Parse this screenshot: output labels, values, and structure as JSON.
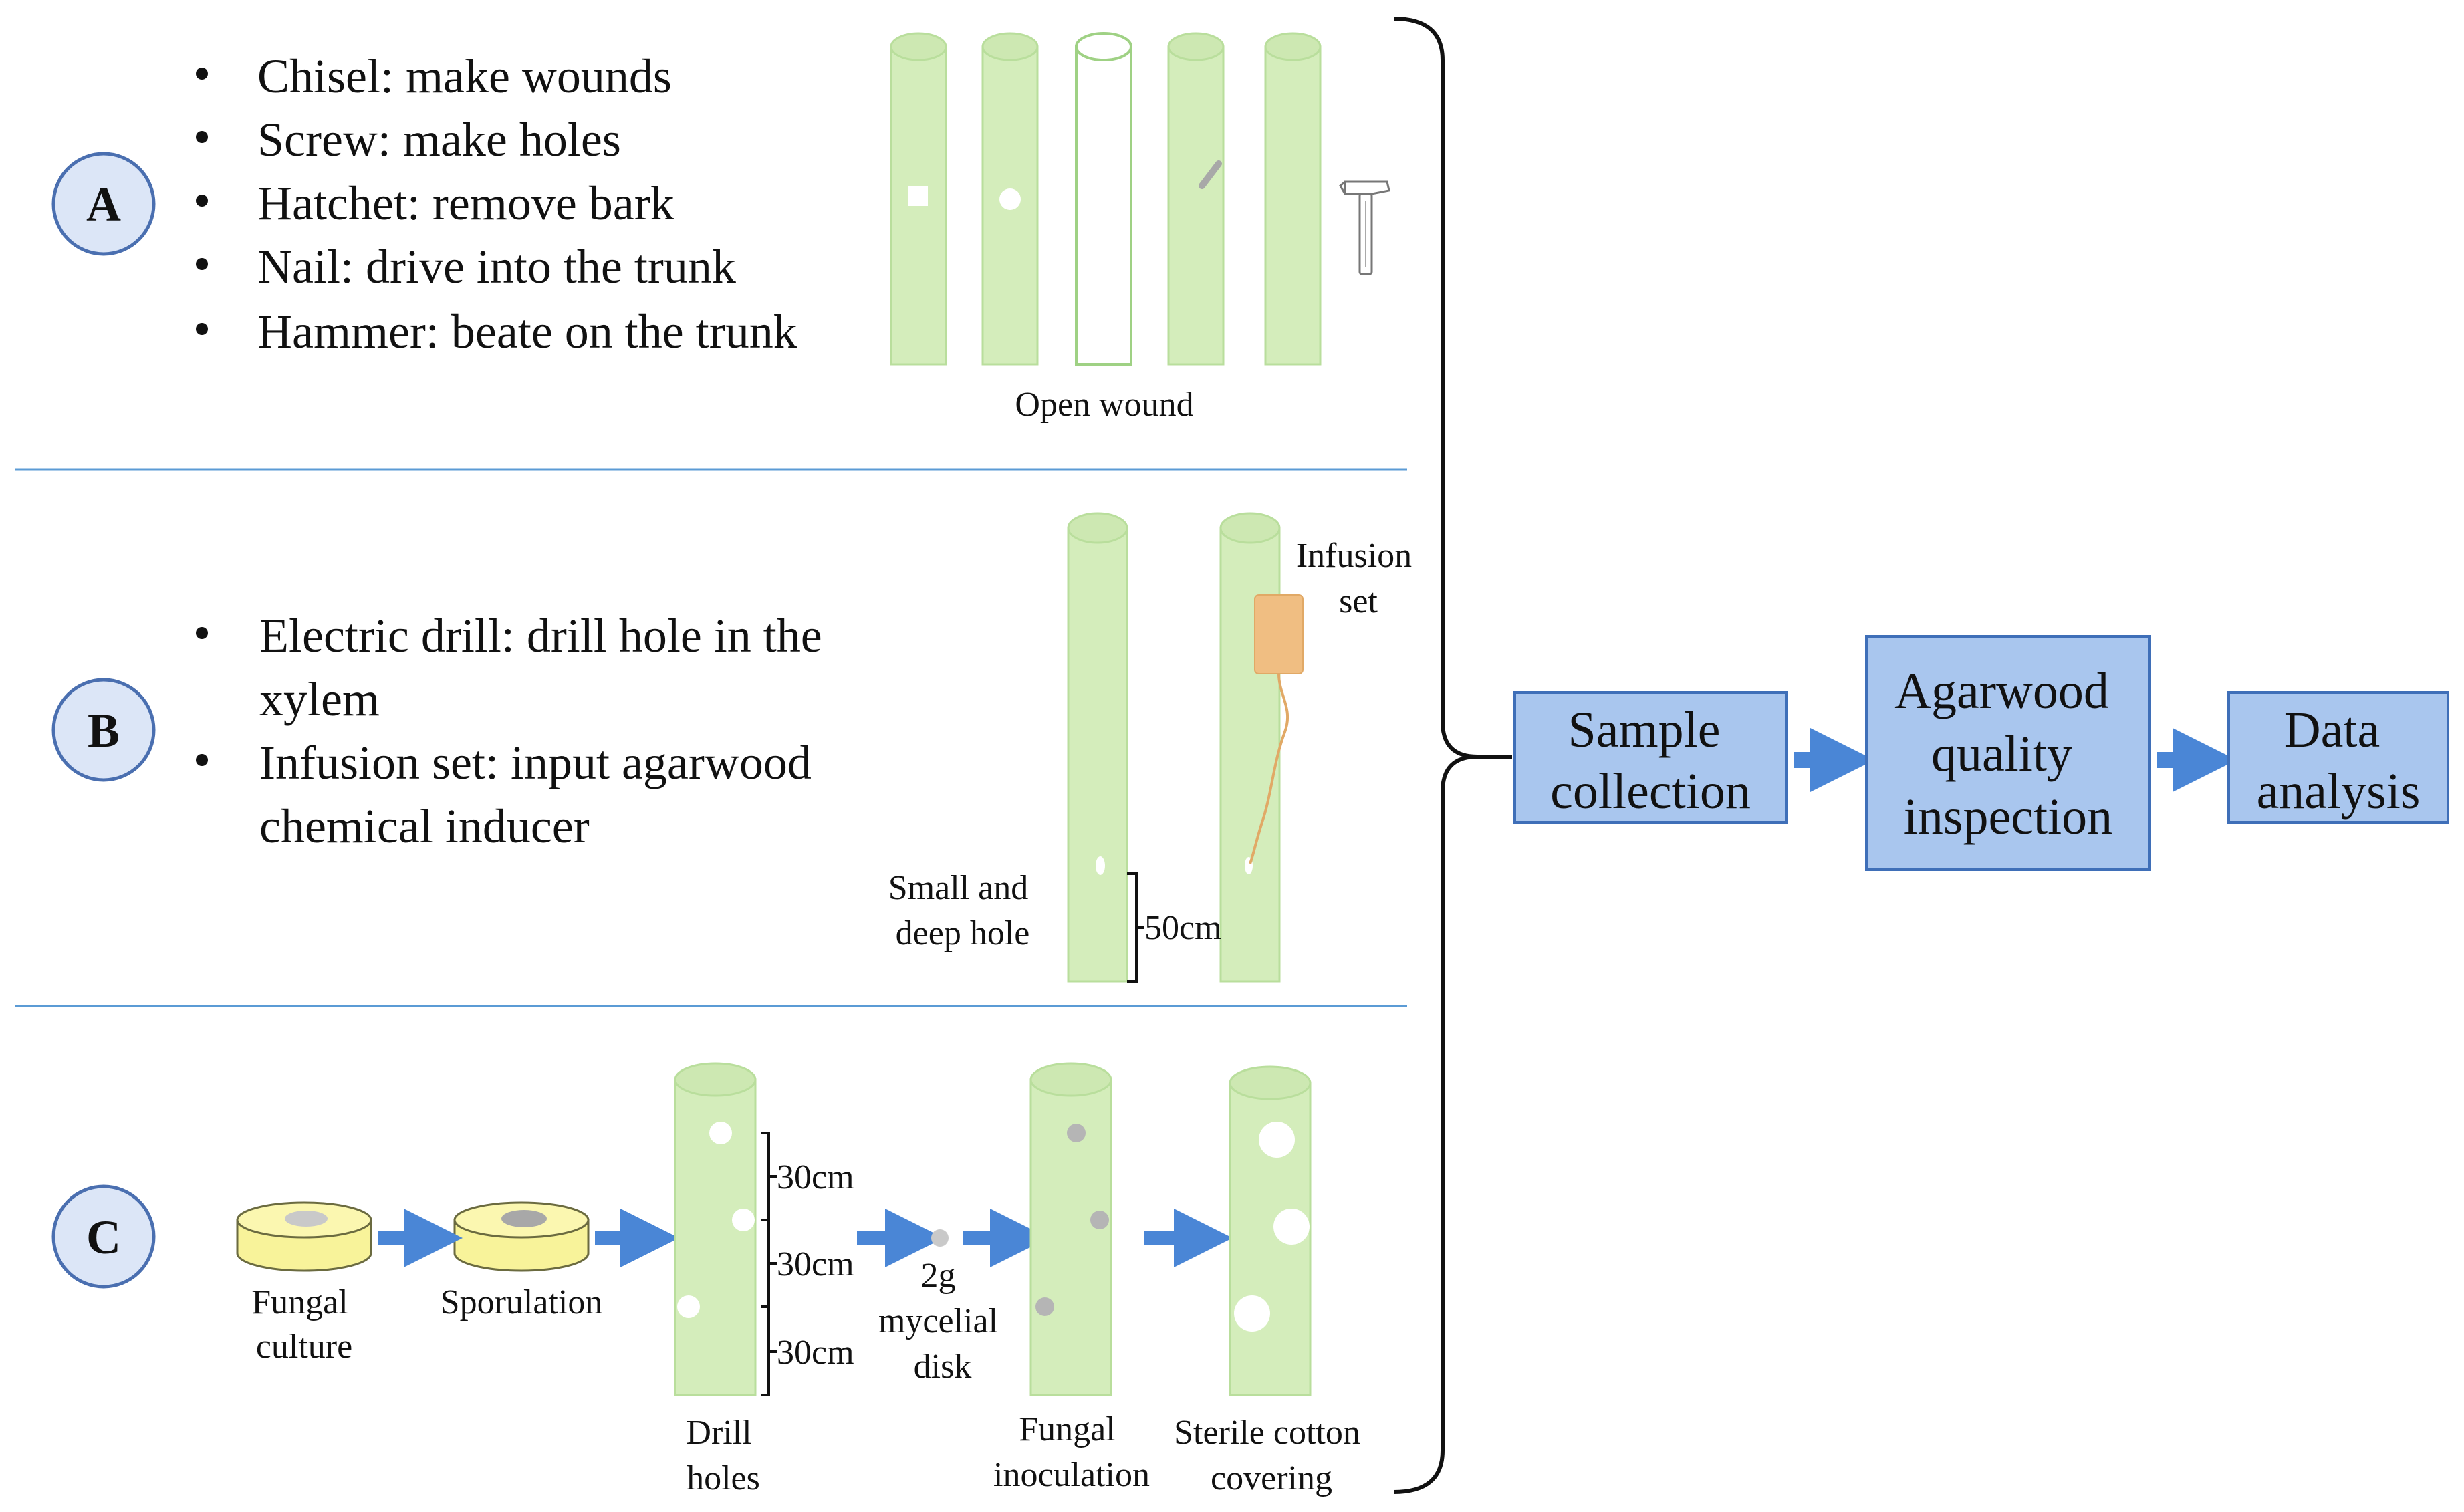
{
  "panels": {
    "a": {
      "label": "A",
      "bullets": [
        "Chisel: make wounds",
        "Screw: make holes",
        "Hatchet: remove bark",
        "Nail: drive into the trunk",
        "Hammer: beate on the trunk"
      ],
      "caption": "Open wound",
      "tools": [
        "chisel-wound",
        "screw-hole",
        "bark-removed",
        "nail",
        "hammer-icon"
      ]
    },
    "b": {
      "label": "B",
      "bullets": [
        [
          "Electric drill: drill hole in the",
          "xylem"
        ],
        [
          "Infusion set: input agarwood",
          "chemical inducer"
        ]
      ],
      "hole_label": [
        "Small and",
        "deep  hole"
      ],
      "distance": "50cm",
      "infusion_label": [
        "Infusion",
        "set"
      ]
    },
    "c": {
      "label": "C",
      "fungal_culture": [
        "Fungal",
        "culture"
      ],
      "sporulation": "Sporulation",
      "spacings": [
        "30cm",
        "30cm",
        "30cm"
      ],
      "drill_holes": [
        "Drill",
        "holes"
      ],
      "mycelial_disk": [
        "2g",
        "mycelial",
        "disk"
      ],
      "fungal_inoculation": [
        "Fungal",
        "inoculation"
      ],
      "sterile_cotton": [
        "Sterile cotton",
        "covering"
      ]
    }
  },
  "flow": [
    [
      "Sample",
      "collection"
    ],
    [
      "Agarwood",
      "quality",
      "inspection"
    ],
    [
      "Data",
      "analysis"
    ]
  ],
  "colors": {
    "trunk": "#d4edbb",
    "trunk_stroke": "#b9de9c",
    "circle_fill": "#dce6f7",
    "circle_stroke": "#4a6fb0",
    "box_fill": "#a9c6ee",
    "box_stroke": "#3f6fb8",
    "arrow": "#4a86d6",
    "divider": "#5b9bd5",
    "dish": "#f8f39a",
    "infusion_bag": "#f0be82"
  }
}
